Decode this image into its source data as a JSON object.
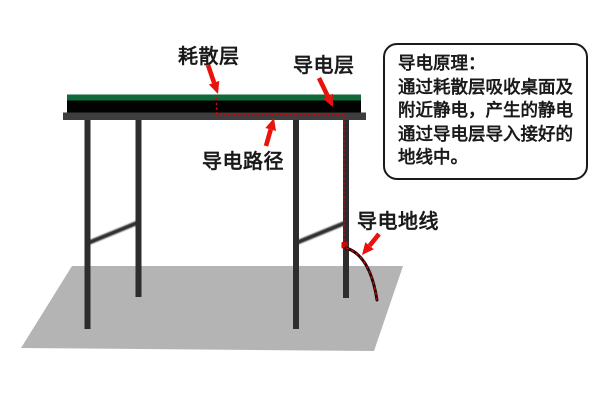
{
  "diagram": {
    "type": "esd-table-grounding-diagram",
    "labels": {
      "dissipative_layer": "耗散层",
      "conductive_layer": "导电层",
      "conductive_path": "导电路径",
      "ground_wire": "导电地线"
    },
    "principle_box": {
      "lines": [
        "导电原理：",
        "通过耗散层吸收桌面及",
        "附近静电，产生的静电",
        "通过导电层导入接好的",
        "地线中。"
      ]
    },
    "colors": {
      "arrow_red": "#e8130c",
      "path_red": "#c40a0a",
      "dissipative_green": "#10693a",
      "conductive_black": "#020202",
      "frame_gray": "#3e3e3e",
      "leg_dark": "#2d2d2d",
      "floor_gray": "#b4b4b4",
      "wire_maroon": "#260505",
      "text_black": "#1a1a1a",
      "background": "#ffffff"
    }
  }
}
